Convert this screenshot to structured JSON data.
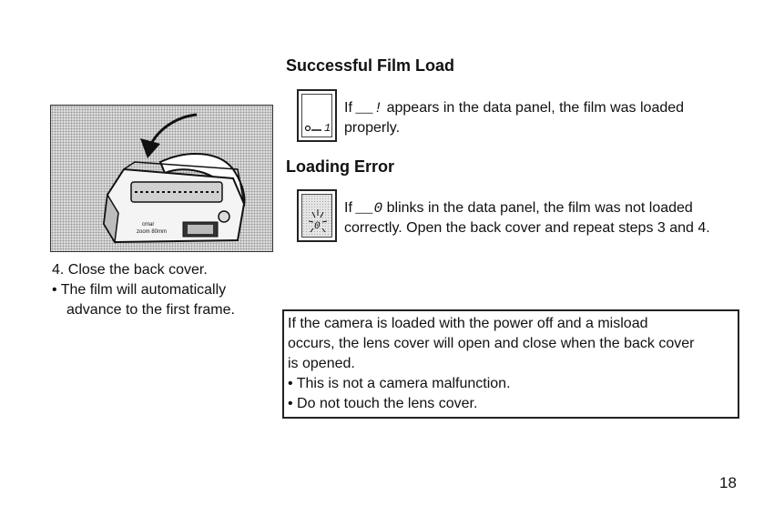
{
  "page": {
    "number": "18"
  },
  "illustration": {
    "model_text_line1": "cmar",
    "model_text_line2": "zoom 80mm"
  },
  "left_column": {
    "step": "4. Close the back cover.",
    "bullet_line1": "• The film will automatically",
    "bullet_line2": "advance to the first frame."
  },
  "success": {
    "heading": "Successful Film Load",
    "panel_readout": "1",
    "text_if": "If",
    "text_symbol": "__!",
    "text_line1_rest": "appears in the data panel, the film was loaded",
    "text_line2": "properly."
  },
  "error": {
    "heading": "Loading Error",
    "panel_readout": "0",
    "text_if": "If",
    "text_symbol": "__0",
    "text_line1_rest": "blinks in the data panel, the film was not loaded",
    "text_line2": "correctly. Open the back cover and repeat steps 3 and 4."
  },
  "note": {
    "line1": "If the camera is loaded with the power off and a misload",
    "line2": "occurs, the lens cover will open and close when the back cover",
    "line3": "is opened.",
    "bullet1": "• This is not a camera malfunction.",
    "bullet2": "• Do not touch the lens cover."
  }
}
